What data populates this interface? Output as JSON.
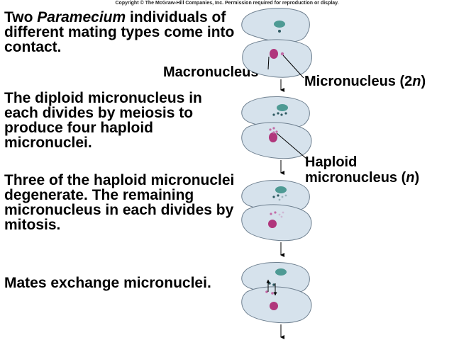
{
  "copyright": "Copyright © The McGraw-Hill Companies, Inc. Permission required for reproduction or display.",
  "steps": {
    "step1": {
      "prefix": "Two ",
      "italic": "Paramecium",
      "suffix": " individuals of different mating types come into contact."
    },
    "step2": "The diploid micronucleus in each divides by meiosis to produce four haploid micronuclei.",
    "step3": "Three of the haploid micronuclei degenerate. The remaining micronucleus in each divides by mitosis.",
    "step4": "Mates exchange micronuclei."
  },
  "labels": {
    "macronucleus": "Macronucleus",
    "micronucleus": {
      "text": "Micronucleus (2",
      "italic": "n",
      "close": ")"
    },
    "haploid": {
      "line1": "Haploid",
      "line2_text": "micronucleus (",
      "line2_italic": "n",
      "line2_close": ")"
    }
  },
  "colors": {
    "cell_fill": "#d6e2ec",
    "cell_stroke": "#6f8090",
    "macronucleus_top": "#4e9a94",
    "macronucleus_bottom": "#b0367c",
    "micronucleus_top": "#2f5a62",
    "micronucleus_bottom": "#c26aa6",
    "arrow": "#000000"
  }
}
